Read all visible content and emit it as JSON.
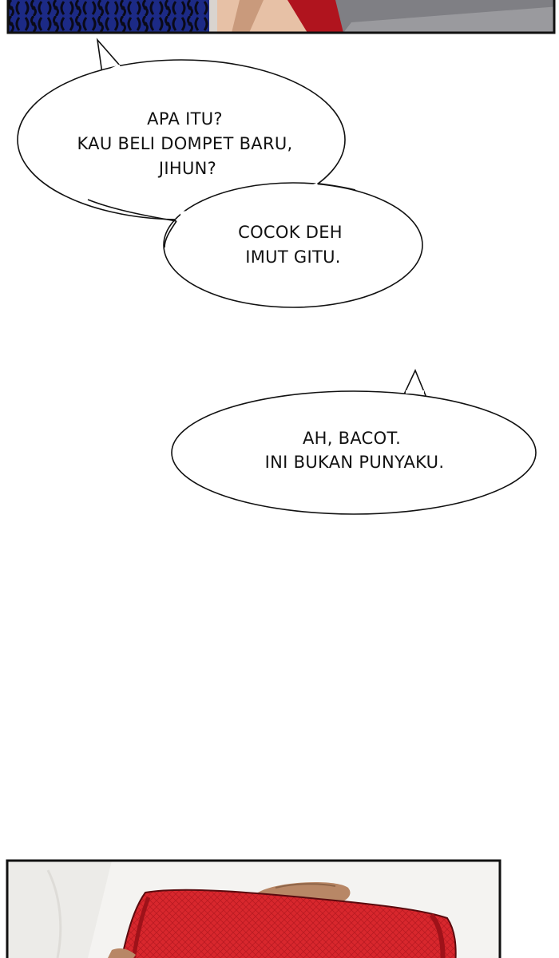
{
  "page": {
    "background": "#ffffff"
  },
  "panels": [
    {
      "name": "top-panel",
      "content": "interior scene cropped at top edge",
      "colors": {
        "wallpaper": "#1c2a86",
        "wallpaper_pattern": "#0a0a18",
        "skin": "#e7c1a6",
        "clothing_red": "#b0141e",
        "background_gray": "#7f7f84"
      }
    },
    {
      "name": "bottom-panel",
      "content": "hands holding a red wallet",
      "colors": {
        "wallet_red": "#d8272d",
        "wallet_dark": "#9e1219",
        "skin": "#b88766",
        "background": "#f4f3f1"
      }
    }
  ],
  "bubbles": [
    {
      "name": "speech-bubble-question",
      "lines": [
        "APA ITU?",
        "KAU BELI DOMPET BARU,",
        "JIHUN?"
      ]
    },
    {
      "name": "speech-bubble-compliment",
      "lines": [
        "COCOK DEH",
        "IMUT GITU."
      ]
    },
    {
      "name": "speech-bubble-reply",
      "lines": [
        "AH, BACOT.",
        "INI BUKAN PUNYAKU."
      ]
    }
  ]
}
